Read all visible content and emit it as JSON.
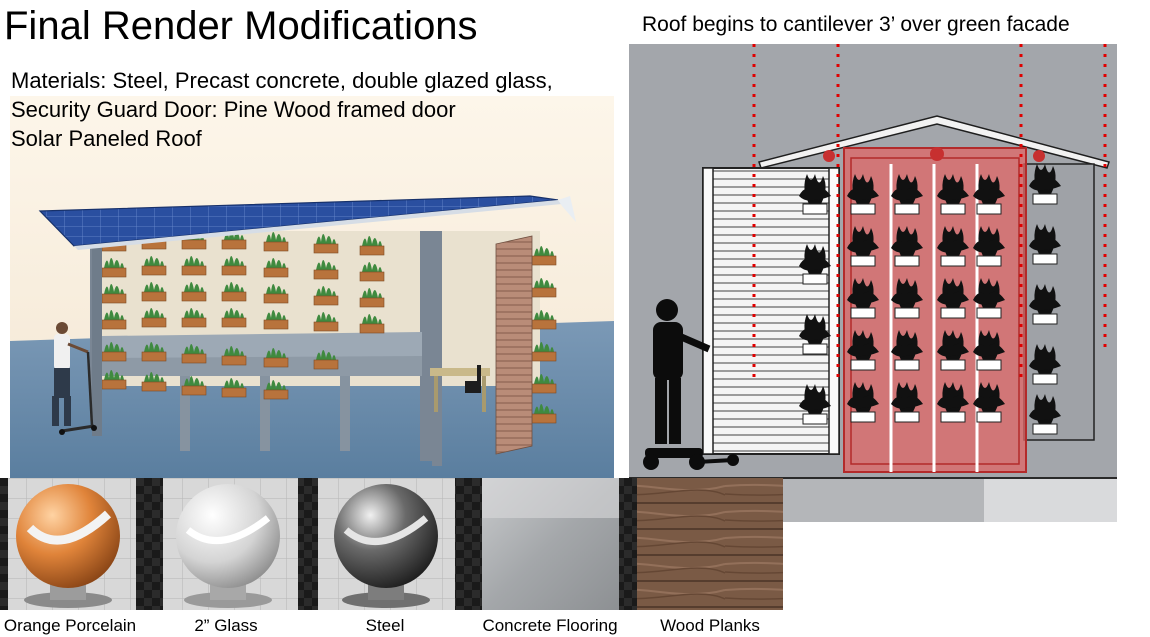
{
  "slide": {
    "title": "Final Render Modifications",
    "elevation_caption": "Roof begins to cantilever 3’ over green facade"
  },
  "notes": [
    "Materials: Steel, Precast concrete, double glazed glass,",
    "Security Guard Door: Pine Wood framed door",
    "Solar Paneled Roof"
  ],
  "materials": [
    "Orange Porcelain",
    "2” Glass",
    "Steel",
    "Concrete Flooring",
    "Wood Planks"
  ],
  "colors": {
    "render_sky": "#fbf2e3",
    "render_ground": "#6a8cab",
    "solar_panel": "#2a4fa0",
    "planter_wood": "#b8733c",
    "foliage": "#3f8a3f",
    "elevation_bg": "#a3a6ab",
    "highlight_red": "#e06666",
    "dotted_line": "#e00000",
    "porcelain_orange": "#e0843a"
  }
}
